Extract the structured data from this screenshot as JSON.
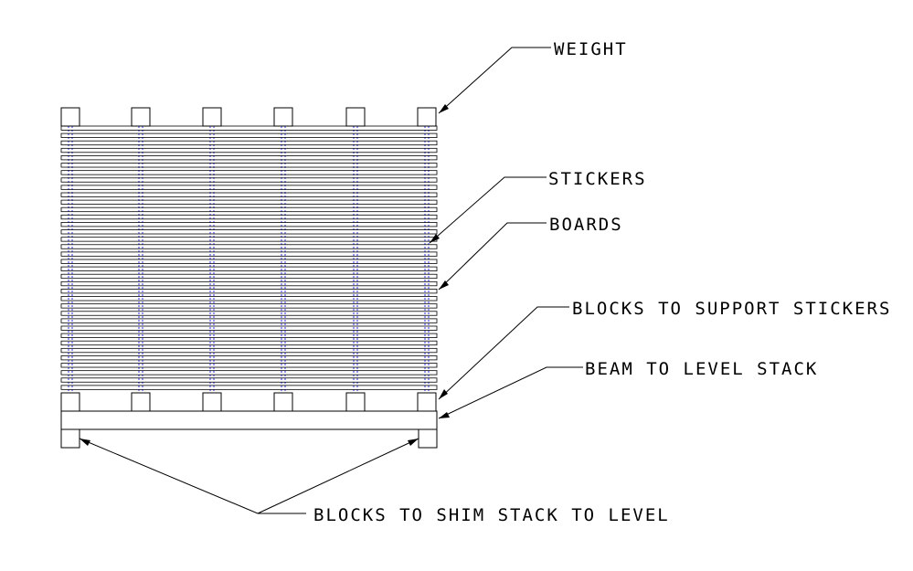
{
  "labels": {
    "weight": "WEIGHT",
    "stickers": "STICKERS",
    "boards": "BOARDS",
    "support_blocks": "BLOCKS TO SUPPORT STICKERS",
    "beam": "BEAM TO LEVEL STACK",
    "shim_blocks": "BLOCKS TO SHIM STACK TO LEVEL"
  },
  "colors": {
    "line": "#000000",
    "sticker": "#3030e0",
    "background": "#ffffff"
  },
  "stack": {
    "board_count": 36,
    "sticker_columns": 6,
    "weight_blocks": 6,
    "support_blocks": 6,
    "shim_blocks": 2
  }
}
